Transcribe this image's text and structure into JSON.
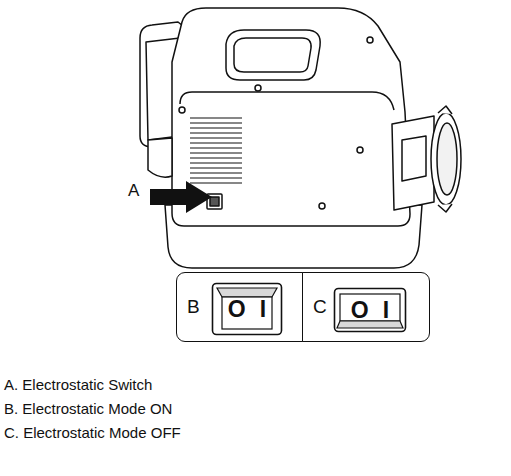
{
  "diagram": {
    "nodes": [
      {
        "text": [
          "B"
        ]
      },
      {
        "text": [
          "O",
          "I"
        ],
        "in": 0
      },
      {
        "text": [
          "C"
        ]
      },
      {
        "text": [
          "O",
          "I"
        ],
        "in": 2
      }
    ],
    "labels": [
      "A",
      "A. Electrostatic Switch",
      "B. Electrostatic Mode ON",
      "C. Electrostatic Mode OFF"
    ]
  }
}
